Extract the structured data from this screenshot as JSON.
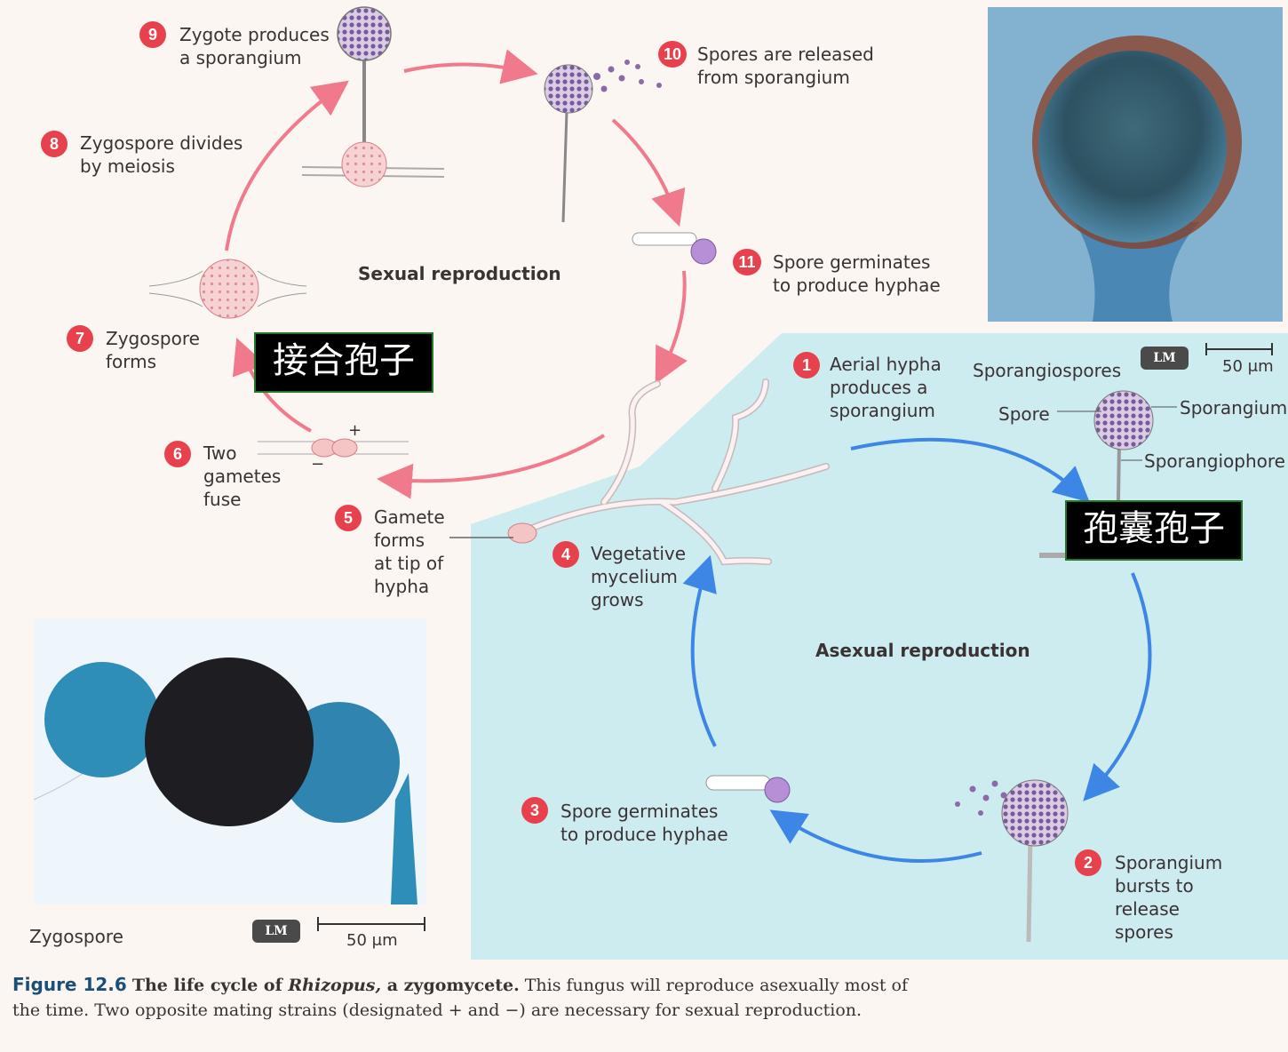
{
  "diagram": {
    "sexual_title": "Sexual reproduction",
    "asexual_title": "Asexual reproduction",
    "steps": [
      {
        "n": "1",
        "text": "Aerial hypha\nproduces a\nsporangium"
      },
      {
        "n": "2",
        "text": "Sporangium\nbursts to\nrelease\nspores"
      },
      {
        "n": "3",
        "text": "Spore germinates\nto produce hyphae"
      },
      {
        "n": "4",
        "text": "Vegetative\nmycelium\ngrows"
      },
      {
        "n": "5",
        "text": "Gamete\nforms\nat tip of\nhypha"
      },
      {
        "n": "6",
        "text": "Two\ngametes\nfuse"
      },
      {
        "n": "7",
        "text": "Zygospore\nforms"
      },
      {
        "n": "8",
        "text": "Zygospore divides\nby meiosis"
      },
      {
        "n": "9",
        "text": "Zygote produces\na sporangium"
      },
      {
        "n": "10",
        "text": "Spores are released\nfrom sporangium"
      },
      {
        "n": "11",
        "text": "Spore germinates\nto produce hyphae"
      }
    ],
    "parts": {
      "sporangiospores": "Sporangiospores",
      "spore": "Spore",
      "sporangium": "Sporangium",
      "sporangiophore": "Sporangiophore"
    },
    "plus_sign": "+",
    "minus_sign": "−",
    "cjk_zygospore": "接合孢子",
    "cjk_sporangiospore": "孢囊孢子"
  },
  "photos": {
    "top_right": {
      "scale_badge": "LM",
      "scale_label": "50 μm"
    },
    "bottom_left": {
      "caption": "Zygospore",
      "scale_badge": "LM",
      "scale_label": "50 μm"
    }
  },
  "caption": {
    "figure_no": "Figure 12.6",
    "title_prefix": "The life cycle of ",
    "title_italic": "Rhizopus,",
    "title_suffix": " a zygomycete.",
    "body": "This fungus will reproduce asexually most of the time. Two opposite mating strains (designated + and −) are necessary for sexual reproduction."
  },
  "colors": {
    "sexual_arrow": "#f07a8c",
    "asexual_arrow": "#3d86e6",
    "asexual_panel": "#c7ebf0",
    "step_badge": "#e8414e",
    "spore_purple": "#8a6aa8"
  }
}
